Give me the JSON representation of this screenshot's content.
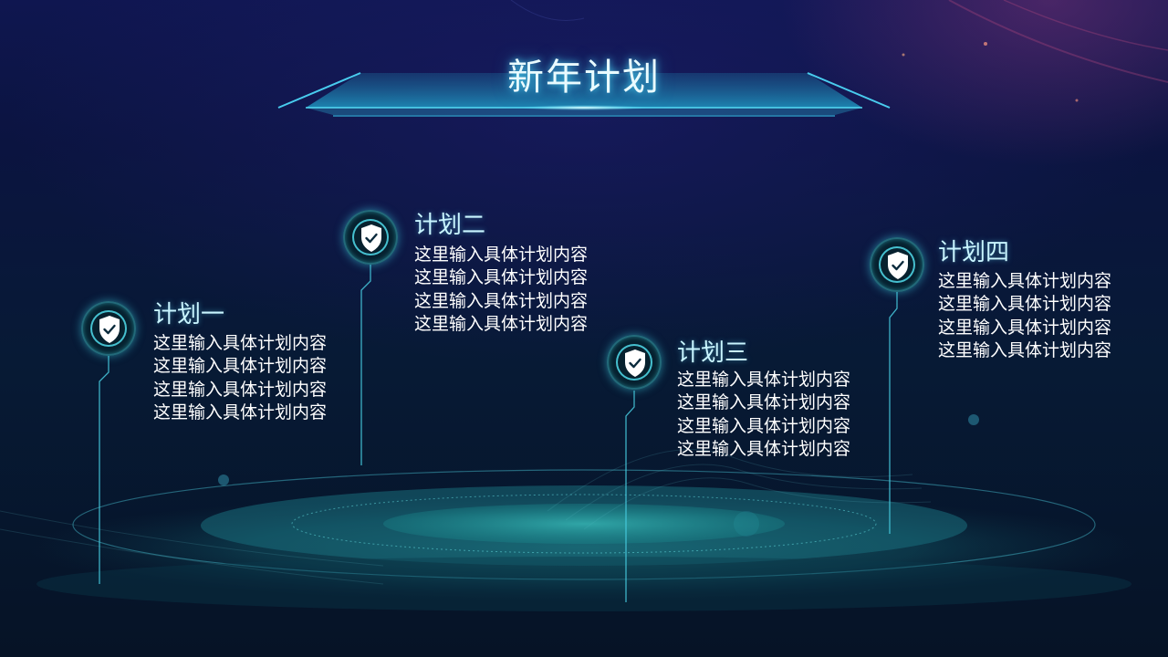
{
  "slide": {
    "title": "新年计划"
  },
  "plans": [
    {
      "title": "计划一",
      "icon": "shield-check-icon",
      "lines": [
        "这里输入具体计划内容",
        "这里输入具体计划内容",
        "这里输入具体计划内容",
        "这里输入具体计划内容"
      ]
    },
    {
      "title": "计划二",
      "icon": "shield-check-icon",
      "lines": [
        "这里输入具体计划内容",
        "这里输入具体计划内容",
        "这里输入具体计划内容",
        "这里输入具体计划内容"
      ]
    },
    {
      "title": "计划三",
      "icon": "shield-check-icon",
      "lines": [
        "这里输入具体计划内容",
        "这里输入具体计划内容",
        "这里输入具体计划内容",
        "这里输入具体计划内容"
      ]
    },
    {
      "title": "计划四",
      "icon": "shield-check-icon",
      "lines": [
        "这里输入具体计划内容",
        "这里输入具体计划内容",
        "这里输入具体计划内容",
        "这里输入具体计划内容"
      ]
    }
  ],
  "colors": {
    "accent": "#3fd3e0",
    "background": "#071a35",
    "text": "#ffffff"
  }
}
